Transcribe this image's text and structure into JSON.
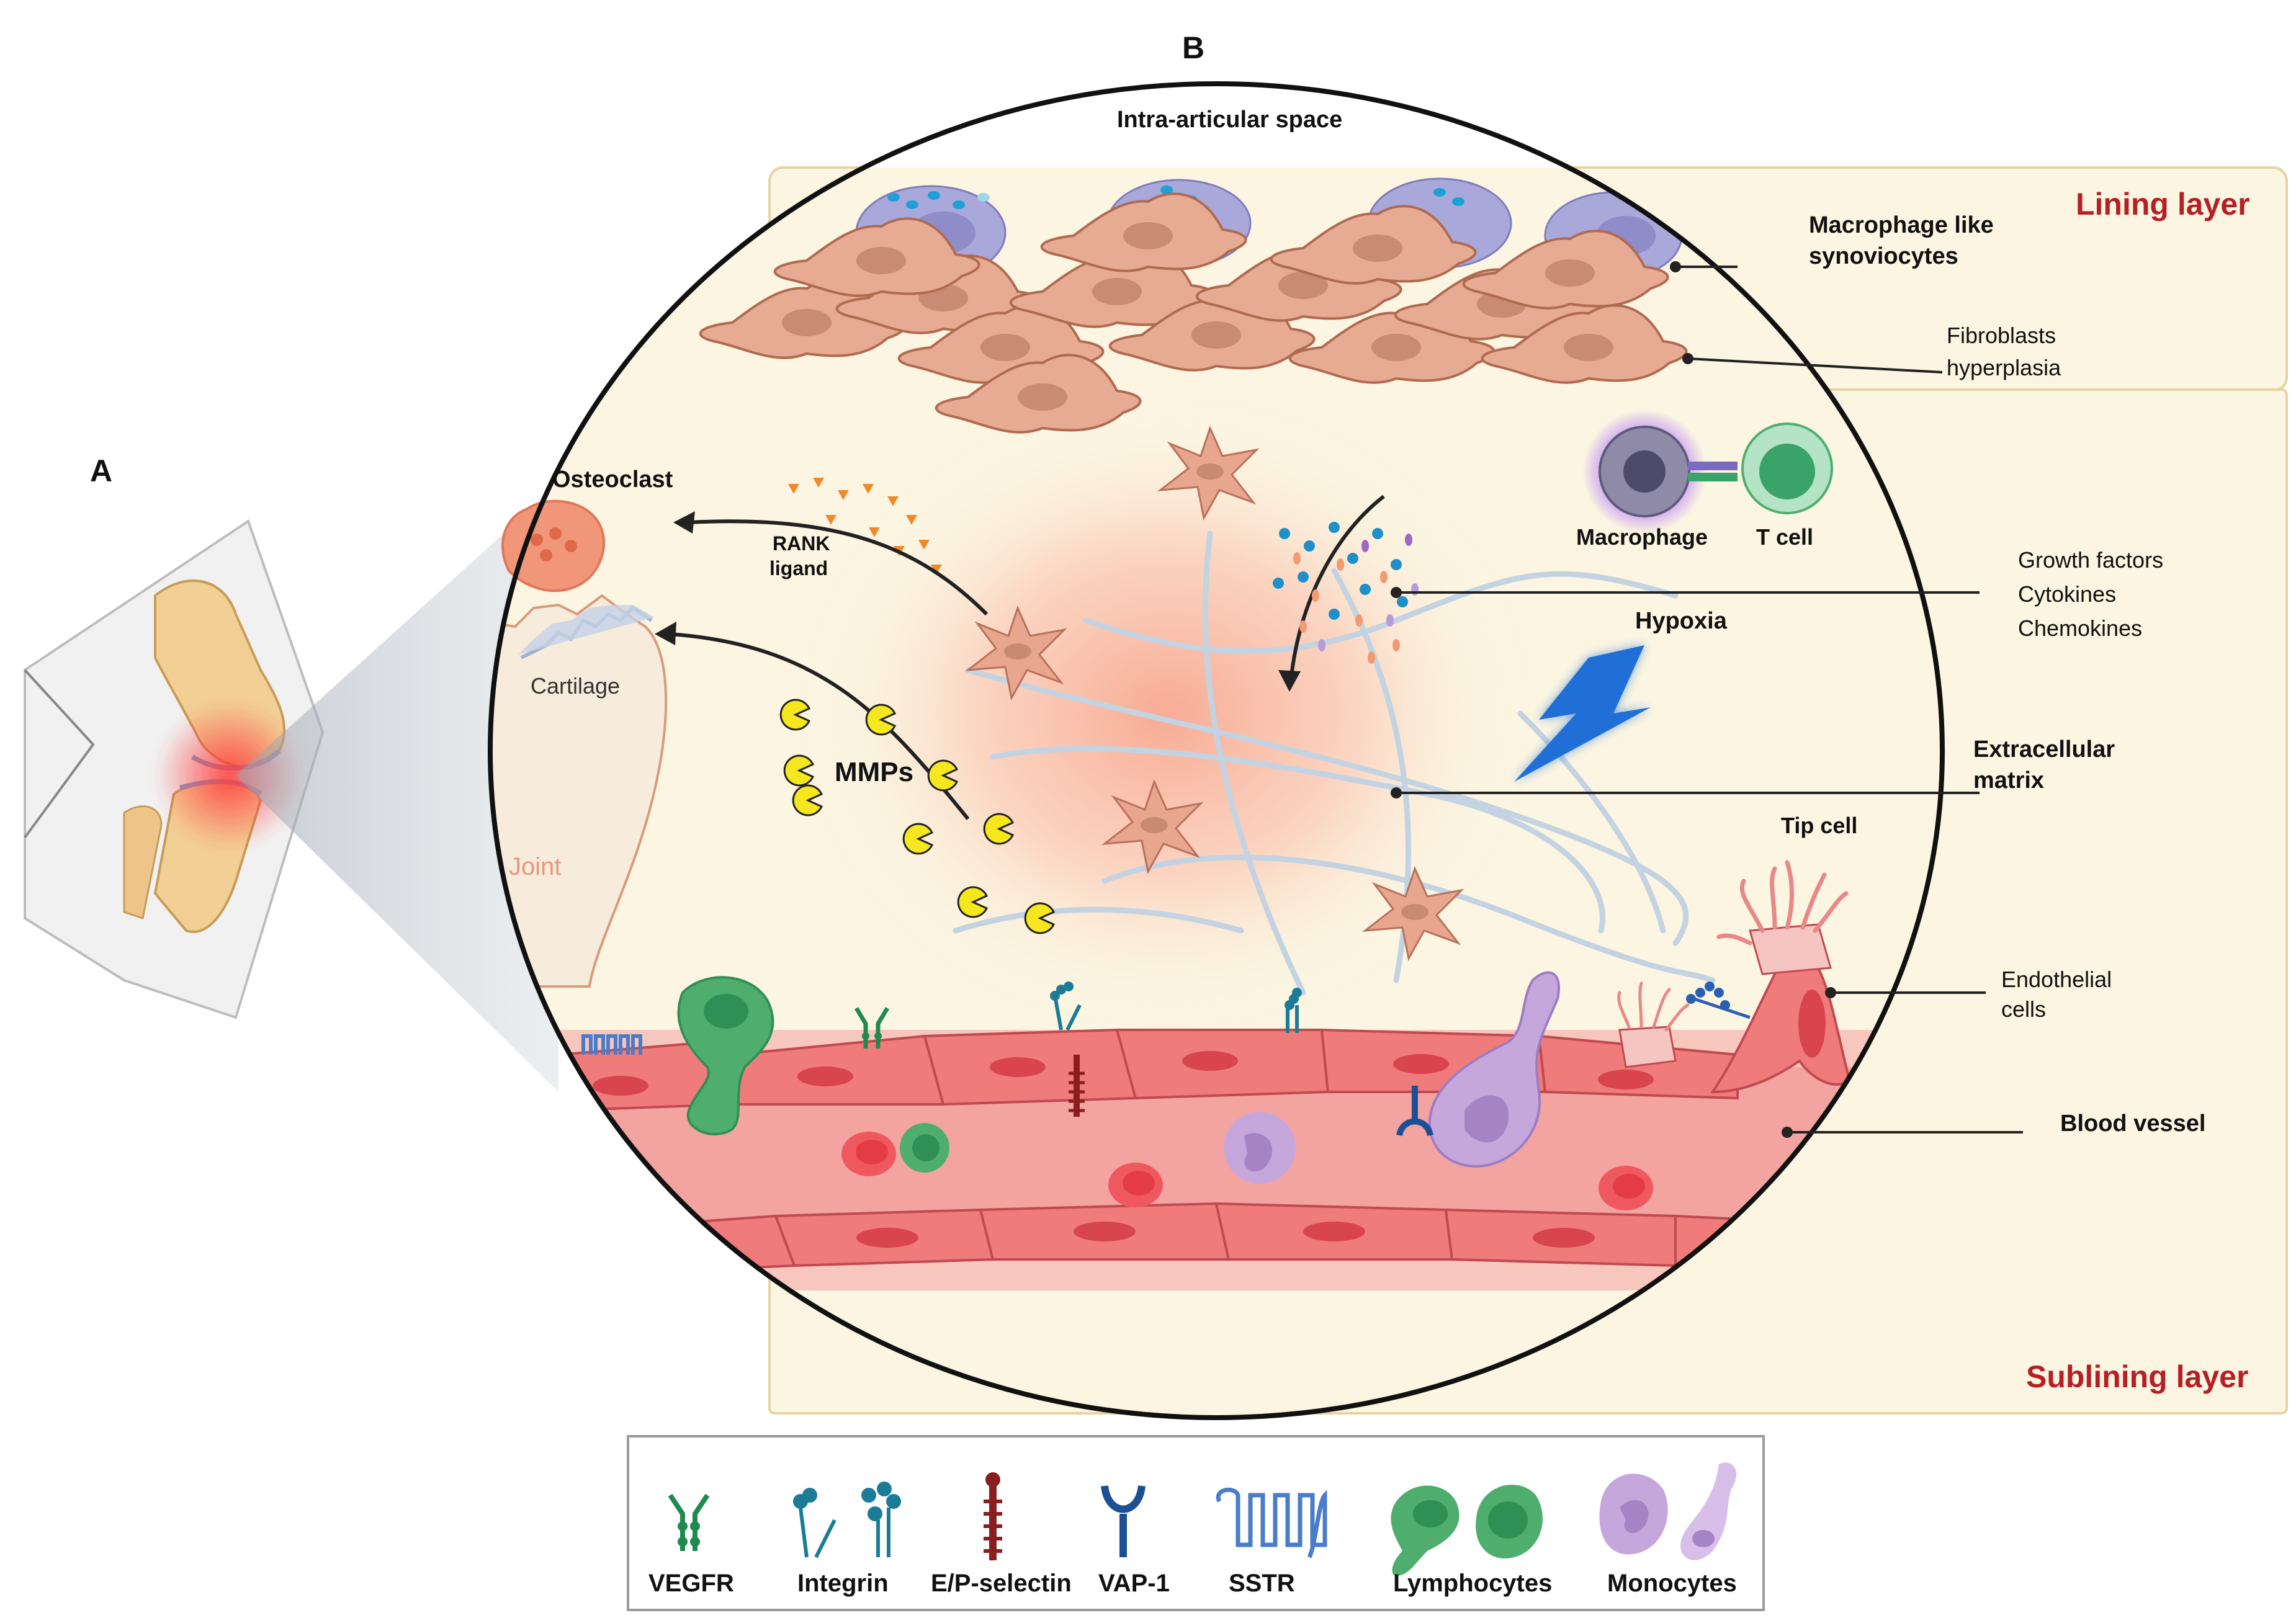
{
  "panel_labels": {
    "a": "A",
    "b": "B"
  },
  "regions": {
    "intra_articular": "Intra-articular space",
    "lining_layer": "Lining layer",
    "sublining_layer": "Sublining layer"
  },
  "callouts": {
    "macrophage_synoviocytes_1": "Macrophage like",
    "macrophage_synoviocytes_2": "synoviocytes",
    "fibroblasts_1": "Fibroblasts",
    "fibroblasts_2": "hyperplasia",
    "growth_factors": "Growth factors",
    "cytokines": "Cytokines",
    "chemokines": "Chemokines",
    "ecm_1": "Extracellular",
    "ecm_2": "matrix",
    "endothelial_1": "Endothelial",
    "endothelial_2": "cells",
    "blood_vessel": "Blood vessel"
  },
  "inner_labels": {
    "osteoclast": "Osteoclast",
    "rank_1": "RANK",
    "rank_2": "ligand",
    "cartilage": "Cartilage",
    "joint": "Joint",
    "mmps": "MMPs",
    "macrophage": "Macrophage",
    "t_cell": "T cell",
    "hypoxia": "Hypoxia",
    "tip_cell": "Tip cell"
  },
  "legend": [
    {
      "label": "VEGFR",
      "icon": "vegfr-icon"
    },
    {
      "label": "Integrin",
      "icon": "integrin-icon"
    },
    {
      "label": "E/P-selectin",
      "icon": "selectin-icon"
    },
    {
      "label": "VAP-1",
      "icon": "vap1-icon"
    },
    {
      "label": "SSTR",
      "icon": "sstr-icon"
    },
    {
      "label": "Lymphocytes",
      "icon": "lymphocyte-icon"
    },
    {
      "label": "Monocytes",
      "icon": "monocyte-icon"
    }
  ],
  "colors": {
    "lining_bg": "#fbf5e1",
    "vessel": "#f28b8b",
    "vessel_dark": "#d8545a",
    "fibroblast": "#e6a48c",
    "macrophage": "#a9a8da",
    "lymphocyte": "#4fae6e",
    "monocyte": "#c6a7dc",
    "region_title": "#b52025",
    "hypoxia": "#1f6fd6",
    "mmp": "#f6e61d"
  }
}
